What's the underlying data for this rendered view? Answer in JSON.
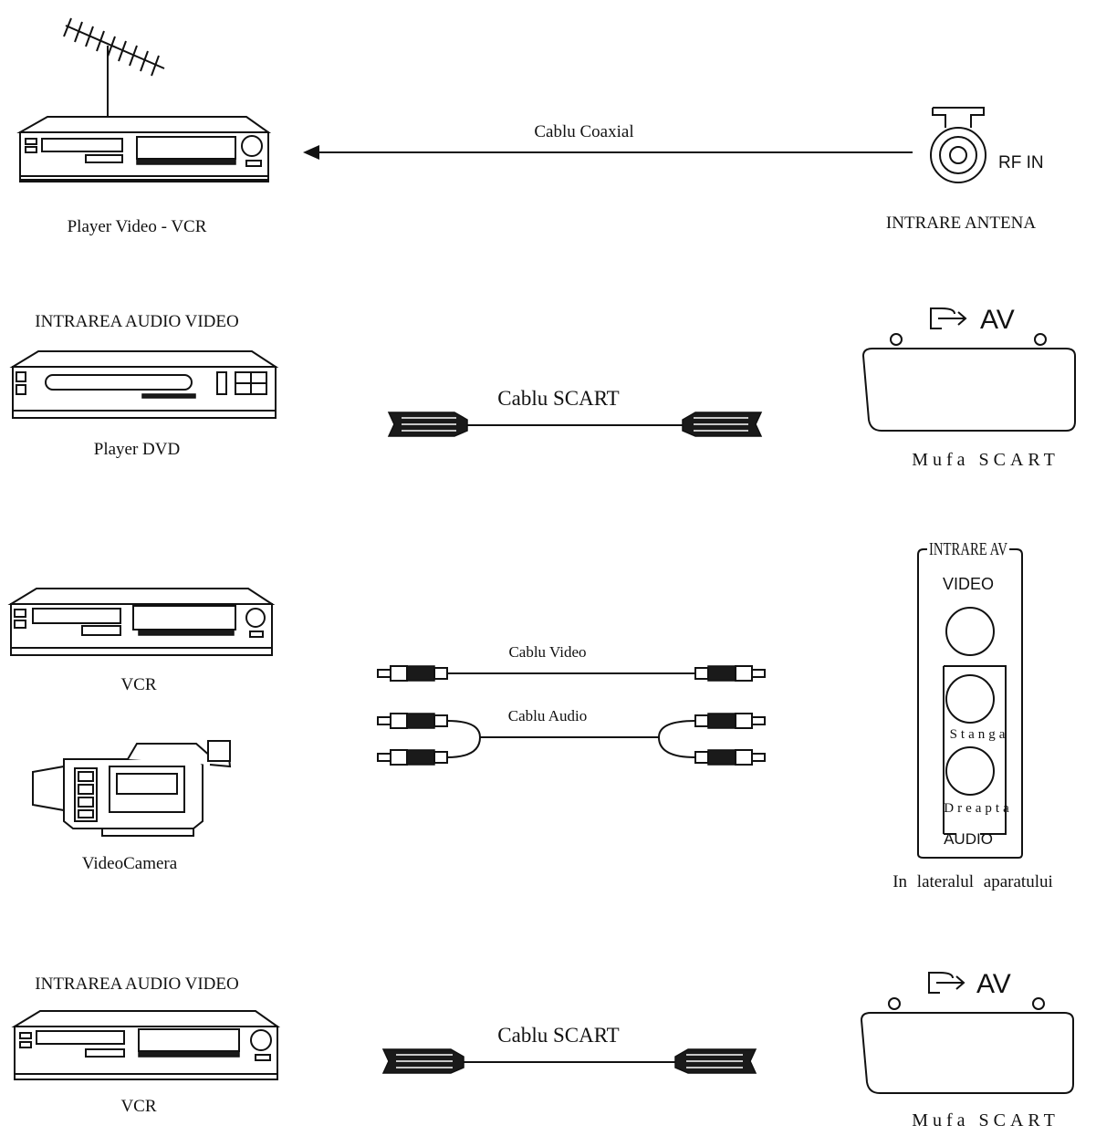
{
  "colors": {
    "ink": "#111111",
    "background": "#ffffff"
  },
  "section1": {
    "device_label": "Player Video - VCR",
    "cable_label": "Cablu Coaxial",
    "port_text": "RF IN",
    "port_label": "INTRARE ANTENA"
  },
  "section2": {
    "heading": "INTRAREA AUDIO VIDEO",
    "device_label": "Player DVD",
    "cable_label": "Cablu SCART",
    "port_av": "AV",
    "port_label": "Mufa SCART"
  },
  "section3": {
    "device1_label": "VCR",
    "device2_label": "VideoCamera",
    "video_cable_label": "Cablu Video",
    "audio_cable_label": "Cablu Audio",
    "panel_title": "INTRARE AV",
    "panel_video": "VIDEO",
    "panel_left": "Stanga",
    "panel_right": "Dreapta",
    "panel_audio": "AUDIO",
    "panel_caption": "In lateralul aparatului"
  },
  "section4": {
    "heading": "INTRAREA AUDIO VIDEO",
    "device_label": "VCR",
    "cable_label": "Cablu SCART",
    "port_av": "AV",
    "port_label": "Mufa SCART"
  }
}
